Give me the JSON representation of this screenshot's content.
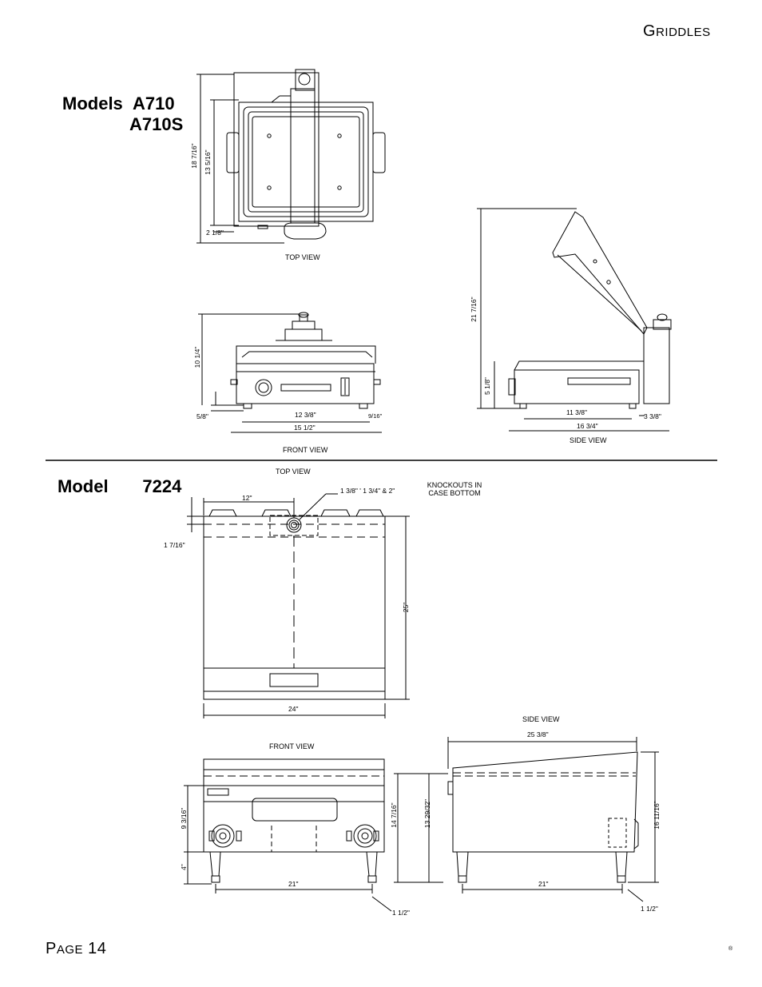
{
  "header": {
    "title_first": "G",
    "title_rest": "RIDDLES"
  },
  "footer": {
    "page_first": "P",
    "page_rest": "AGE",
    "page_number": "14",
    "registered_mark": "®"
  },
  "models_a710": {
    "line1_prefix": "Models",
    "line1_model": "A710",
    "line2_model": "A710S"
  },
  "model_7224": {
    "prefix": "Model",
    "number": "7224"
  },
  "views": {
    "a710_top": "TOP VIEW",
    "a710_front": "FRONT VIEW",
    "a710_side": "SIDE VIEW",
    "m7224_top": "TOP VIEW",
    "m7224_front": "FRONT VIEW",
    "m7224_side": "SIDE VIEW"
  },
  "dims_a710_top": {
    "height_overall": "18 7/16\"",
    "height_body": "13 5/16\"",
    "offset": "2 1/8\""
  },
  "dims_a710_front": {
    "height": "10 1/4\"",
    "foot": "5/8\"",
    "inner_width": "12 3/8\"",
    "side_offset": "9/16\"",
    "overall_width": "15 1/2\""
  },
  "dims_a710_side": {
    "height_open": "21 7/16\"",
    "height_closed": "5 1/8\"",
    "body_depth": "11 3/8\"",
    "rear_offset": "3 3/8\"",
    "overall_depth": "16 3/4\""
  },
  "dims_7224_top": {
    "knockout_offset": "12\"",
    "knockout_sizes": "1 3/8\" ' 1 3/4\" & 2\"",
    "knockout_note_line1": "KNOCKOUTS IN",
    "knockout_note_line2": "CASE BOTTOM",
    "front_offset": "1 7/16\"",
    "depth": "25\"",
    "width": "24\""
  },
  "dims_7224_front": {
    "body_height": "9 3/16\"",
    "leg_height": "4\"",
    "overall_height": "14 7/16\"",
    "leg_spacing": "21\"",
    "leg_offset": "1 1/2\""
  },
  "dims_7224_side": {
    "depth_overall": "25 3/8\"",
    "front_height": "13 29/32\"",
    "rear_height": "16 11/16\"",
    "leg_spacing": "21\"",
    "leg_offset": "1 1/2\""
  }
}
